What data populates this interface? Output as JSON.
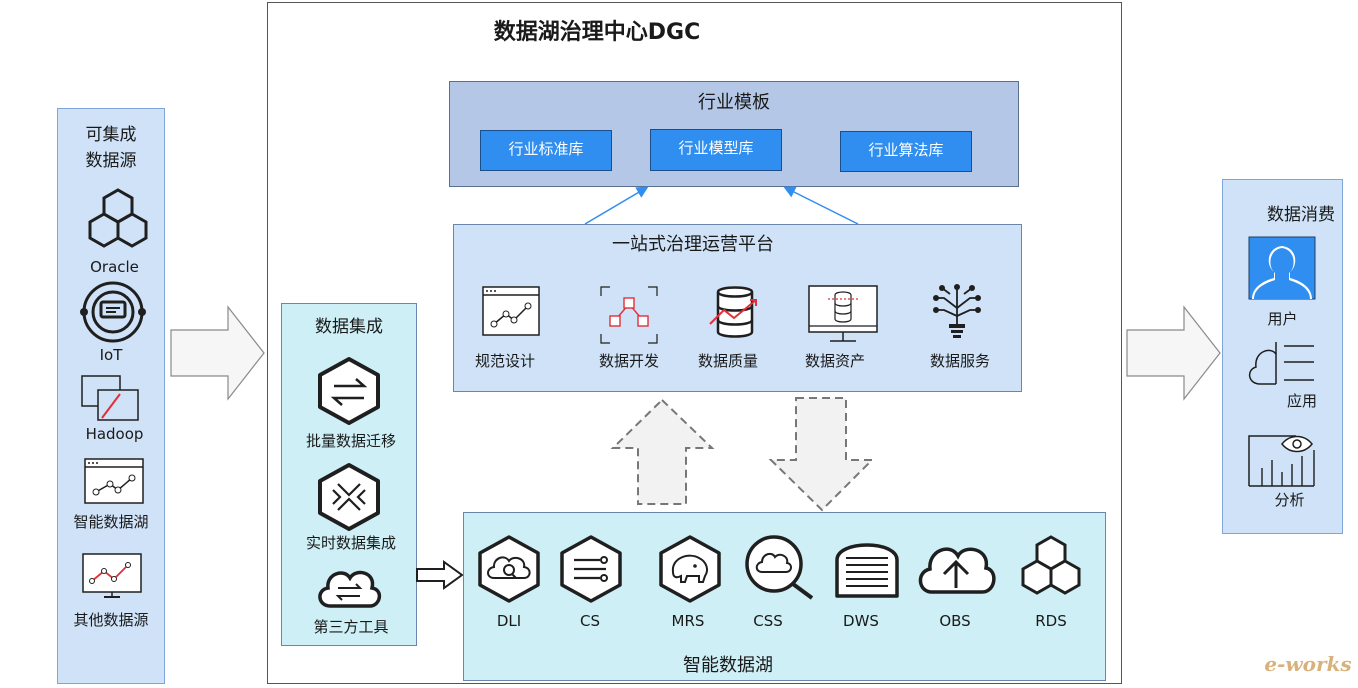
{
  "colors": {
    "light_blue_panel": "#cfe2f7",
    "template_panel": "#b4c7e7",
    "cyan_panel": "#cdeff5",
    "button_blue": "#2f8ef0",
    "icon_dark": "#1f1f1f",
    "accent_red": "#e0303a",
    "connector_blue": "#2f8ef0"
  },
  "main": {
    "title": "数据湖治理中心DGC"
  },
  "sources": {
    "title_line1": "可集成",
    "title_line2": "数据源",
    "items": [
      {
        "label": "Oracle",
        "icon": "hexagon-cluster-icon"
      },
      {
        "label": "IoT",
        "icon": "iot-icon"
      },
      {
        "label": "Hadoop",
        "icon": "hadoop-icon"
      },
      {
        "label": "智能数据湖",
        "icon": "line-chart-window-icon"
      },
      {
        "label": "其他数据源",
        "icon": "monitor-chart-icon"
      }
    ]
  },
  "template": {
    "title": "行业模板",
    "buttons": [
      "行业标准库",
      "行业模型库",
      "行业算法库"
    ]
  },
  "platform": {
    "title": "一站式治理运营平台",
    "items": [
      {
        "label": "规范设计",
        "icon": "design-window-icon"
      },
      {
        "label": "数据开发",
        "icon": "flow-tree-icon"
      },
      {
        "label": "数据质量",
        "icon": "database-quality-icon"
      },
      {
        "label": "数据资产",
        "icon": "asset-monitor-icon"
      },
      {
        "label": "数据服务",
        "icon": "service-tree-icon"
      }
    ]
  },
  "integration": {
    "title": "数据集成",
    "items": [
      {
        "label": "批量数据迁移",
        "icon": "swap-hexagon-icon"
      },
      {
        "label": "实时数据集成",
        "icon": "realtime-hexagon-icon"
      },
      {
        "label": "第三方工具",
        "icon": "cloud-tool-icon"
      }
    ]
  },
  "lake": {
    "title": "智能数据湖",
    "items": [
      {
        "label": "DLI",
        "icon": "dli-icon"
      },
      {
        "label": "CS",
        "icon": "cs-icon"
      },
      {
        "label": "MRS",
        "icon": "mrs-icon"
      },
      {
        "label": "CSS",
        "icon": "css-search-icon"
      },
      {
        "label": "DWS",
        "icon": "dws-icon"
      },
      {
        "label": "OBS",
        "icon": "obs-cloud-icon"
      },
      {
        "label": "RDS",
        "icon": "rds-icon"
      }
    ]
  },
  "consumers": {
    "title": "数据消费",
    "items": [
      {
        "label": "用户",
        "icon": "user-icon"
      },
      {
        "label": "应用",
        "icon": "app-cloud-icon"
      },
      {
        "label": "分析",
        "icon": "analysis-icon"
      }
    ]
  },
  "watermark": "e-works"
}
